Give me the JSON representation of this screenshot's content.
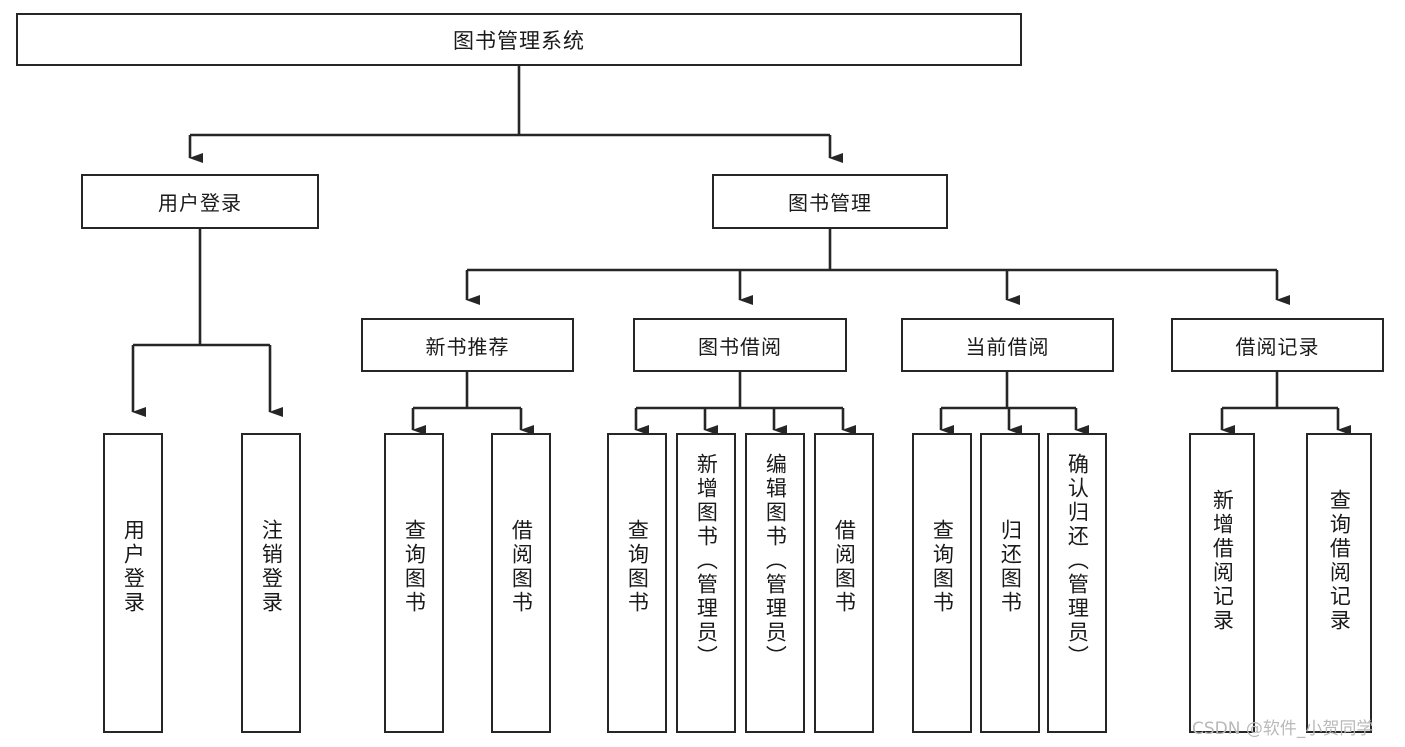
{
  "diagram": {
    "title": "图书管理系统",
    "type": "tree",
    "orientation": "top-down",
    "background_color": "#ffffff",
    "line_color": "#262626",
    "box_border_color": "#262626",
    "text_color": "#1a1a1a",
    "nodes": {
      "root": {
        "label": "图书管理系统",
        "level": 0
      },
      "l1": [
        {
          "id": "user_login",
          "label": "用户登录",
          "level": 1
        },
        {
          "id": "book_mgmt",
          "label": "图书管理",
          "level": 1
        }
      ],
      "l2": [
        {
          "id": "new_book_rec",
          "label": "新书推荐",
          "level": 2,
          "parent": "book_mgmt"
        },
        {
          "id": "book_borrow",
          "label": "图书借阅",
          "level": 2,
          "parent": "book_mgmt"
        },
        {
          "id": "current_borrow",
          "label": "当前借阅",
          "level": 2,
          "parent": "book_mgmt"
        },
        {
          "id": "borrow_record",
          "label": "借阅记录",
          "level": 2,
          "parent": "book_mgmt"
        }
      ],
      "leaves": [
        {
          "id": "leaf1",
          "label": "用户登录",
          "parent": "user_login"
        },
        {
          "id": "leaf2",
          "label": "注销登录",
          "parent": "user_login"
        },
        {
          "id": "leaf3",
          "label": "查询图书",
          "parent": "new_book_rec"
        },
        {
          "id": "leaf4",
          "label": "借阅图书",
          "parent": "new_book_rec"
        },
        {
          "id": "leaf5",
          "label": "查询图书",
          "parent": "book_borrow"
        },
        {
          "id": "leaf6",
          "label": "新增图书（管理员）",
          "parent": "book_borrow"
        },
        {
          "id": "leaf7",
          "label": "编辑图书（管理员）",
          "parent": "book_borrow"
        },
        {
          "id": "leaf8",
          "label": "借阅图书",
          "parent": "book_borrow"
        },
        {
          "id": "leaf9",
          "label": "查询图书",
          "parent": "current_borrow"
        },
        {
          "id": "leaf10",
          "label": "归还图书",
          "parent": "current_borrow"
        },
        {
          "id": "leaf11",
          "label": "确认归还（管理员）",
          "parent": "current_borrow"
        },
        {
          "id": "leaf12",
          "label": "新增借阅记录",
          "parent": "borrow_record"
        },
        {
          "id": "leaf13",
          "label": "查询借阅记录",
          "parent": "borrow_record"
        }
      ]
    }
  },
  "watermark": {
    "text": "CSDN @软件_小贺同学"
  }
}
